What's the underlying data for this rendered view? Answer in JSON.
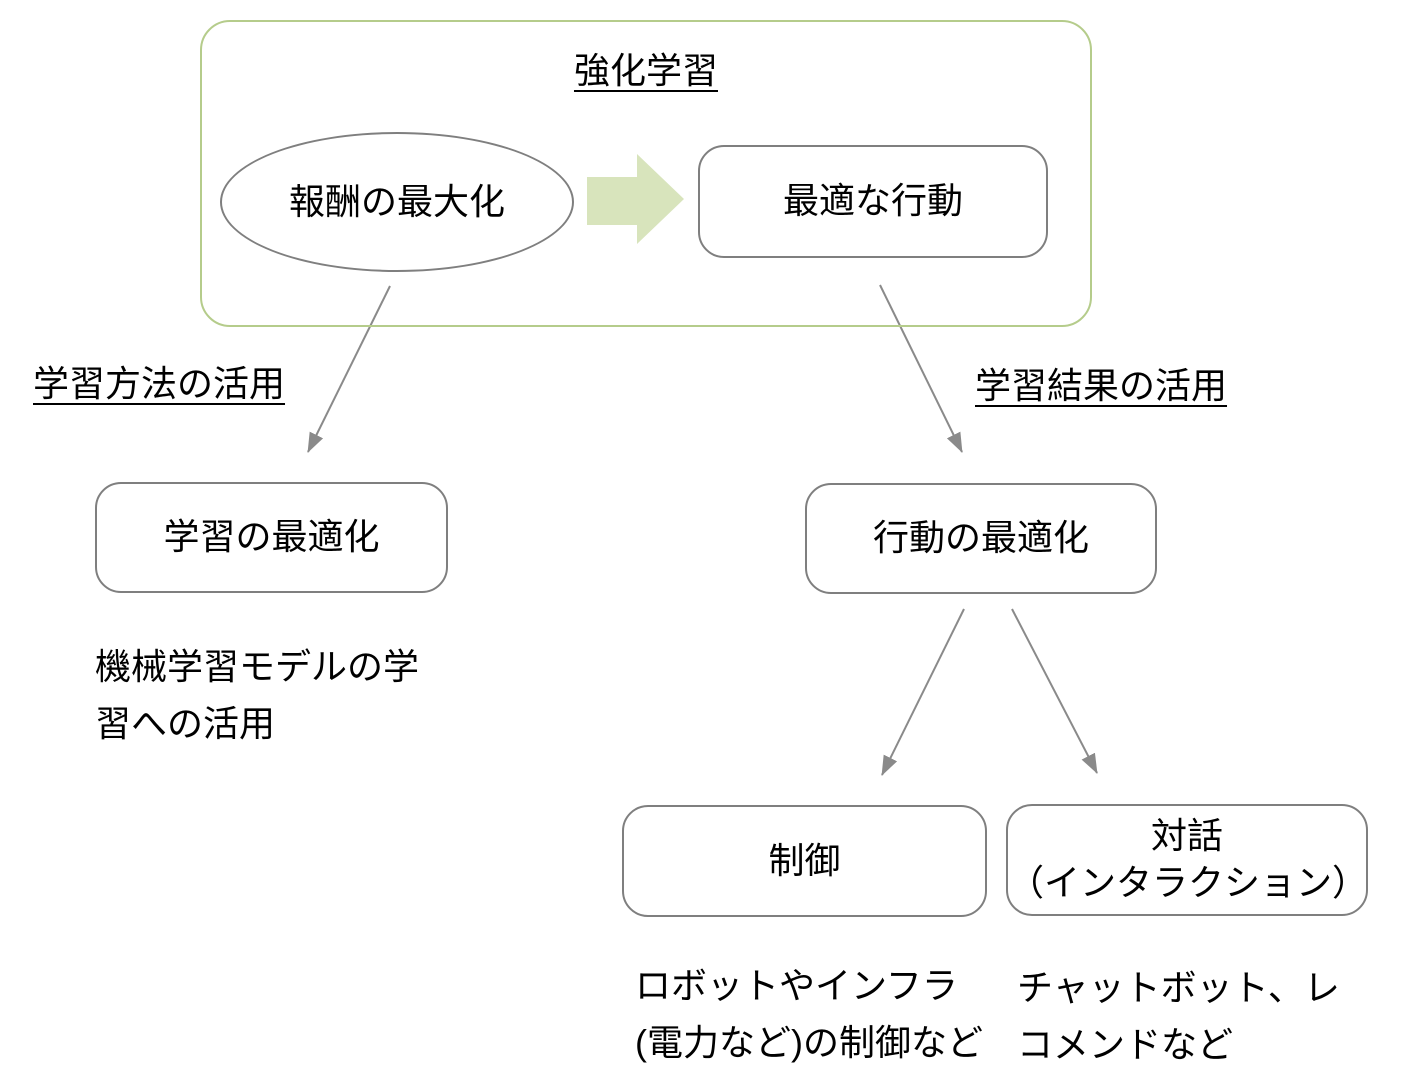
{
  "colors": {
    "green-border": "#b5cc8b",
    "green-arrow": "#d8e4bc",
    "gray-border": "#7f7f7f",
    "connector-gray": "#8a8a8a",
    "text": "#000000"
  },
  "icons": {
    "flow_arrow": "block-arrow-right"
  },
  "frame": {
    "title": "強化学習"
  },
  "nodes": {
    "reward": "報酬の最大化",
    "action": "最適な行動",
    "learning_opt": "学習の最適化",
    "behavior_opt": "行動の最適化",
    "control": "制御",
    "dialog": "対話\n（インタラクション）"
  },
  "labels": {
    "method_use": "学習方法の活用",
    "result_use": "学習結果の活用"
  },
  "captions": {
    "learning": "機械学習モデルの学\n習への活用",
    "control": "ロボットやインフラ\n(電力など)の制御など",
    "dialog": "チャットボット、レ\nコメンドなど"
  }
}
